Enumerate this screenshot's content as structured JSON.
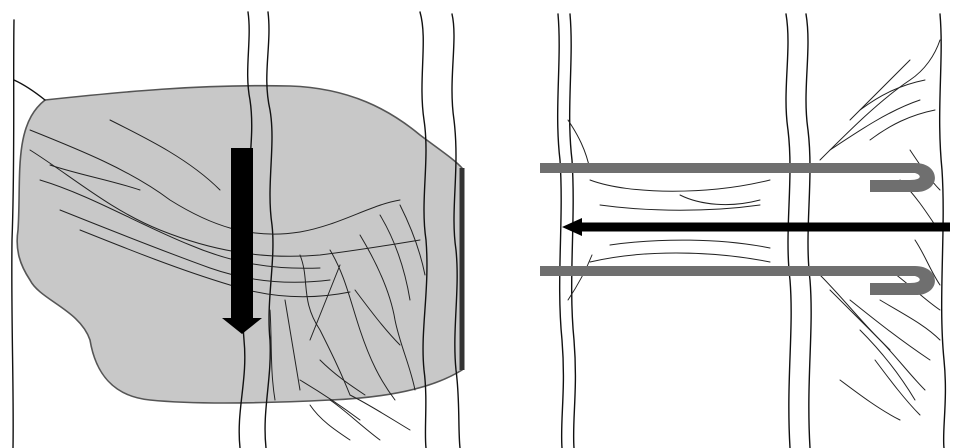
{
  "figure": {
    "panels": [
      {
        "id": "left",
        "shaded_region_color": "#c8c8c8",
        "arrow_color": "#000000",
        "arrow_direction": "down"
      },
      {
        "id": "right",
        "hook_bar_color": "#6f6f6f",
        "arrow_color": "#000000",
        "arrow_direction": "left",
        "hook_bar_count": 2
      }
    ]
  }
}
